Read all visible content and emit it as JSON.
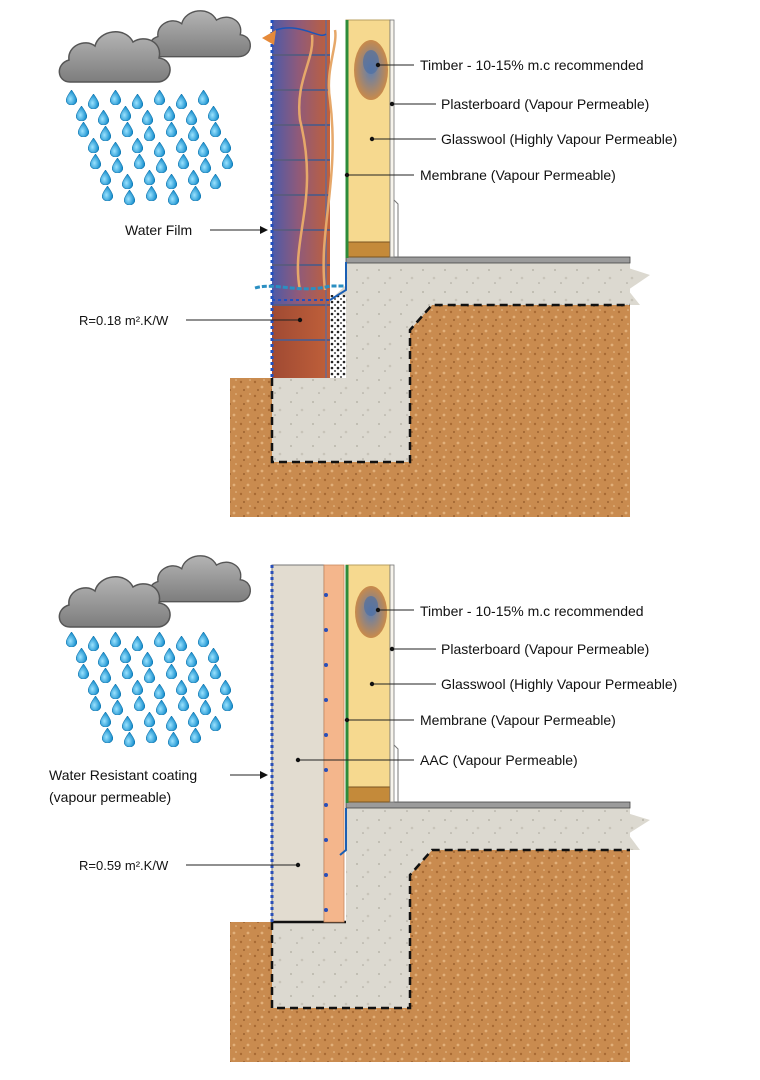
{
  "top": {
    "labels": {
      "timber": "Timber - 10-15% m.c recommended",
      "plasterboard": "Plasterboard (Vapour Permeable)",
      "glasswool": "Glasswool (Highly Vapour Permeable)",
      "membrane": "Membrane (Vapour Permeable)",
      "water_film": "Water Film",
      "r_value": "R=0.18 m².K/W"
    }
  },
  "bottom": {
    "labels": {
      "timber": "Timber - 10-15% m.c recommended",
      "plasterboard": "Plasterboard (Vapour Permeable)",
      "glasswool": "Glasswool (Highly Vapour Permeable)",
      "membrane": "Membrane (Vapour Permeable)",
      "aac": "AAC (Vapour Permeable)",
      "coating_line1": "Water Resistant coating",
      "coating_line2": "(vapour permeable)",
      "r_value": "R=0.59 m².K/W"
    }
  },
  "colors": {
    "soil": "#c98b4f",
    "concrete": "#dcd9d0",
    "brick": "#b7583a",
    "glasswool": "#f5d68e",
    "timber": "#c48a3a",
    "membrane": "#2e8b3a",
    "aac": "#e2dcd0",
    "insulation_strip": "#f3b68c",
    "rain": "#1aa3e0",
    "cloud": "#8e8e8e"
  },
  "icons": [
    "rain-cloud-icon",
    "rain-drop-icon",
    "moisture-blob-icon"
  ]
}
